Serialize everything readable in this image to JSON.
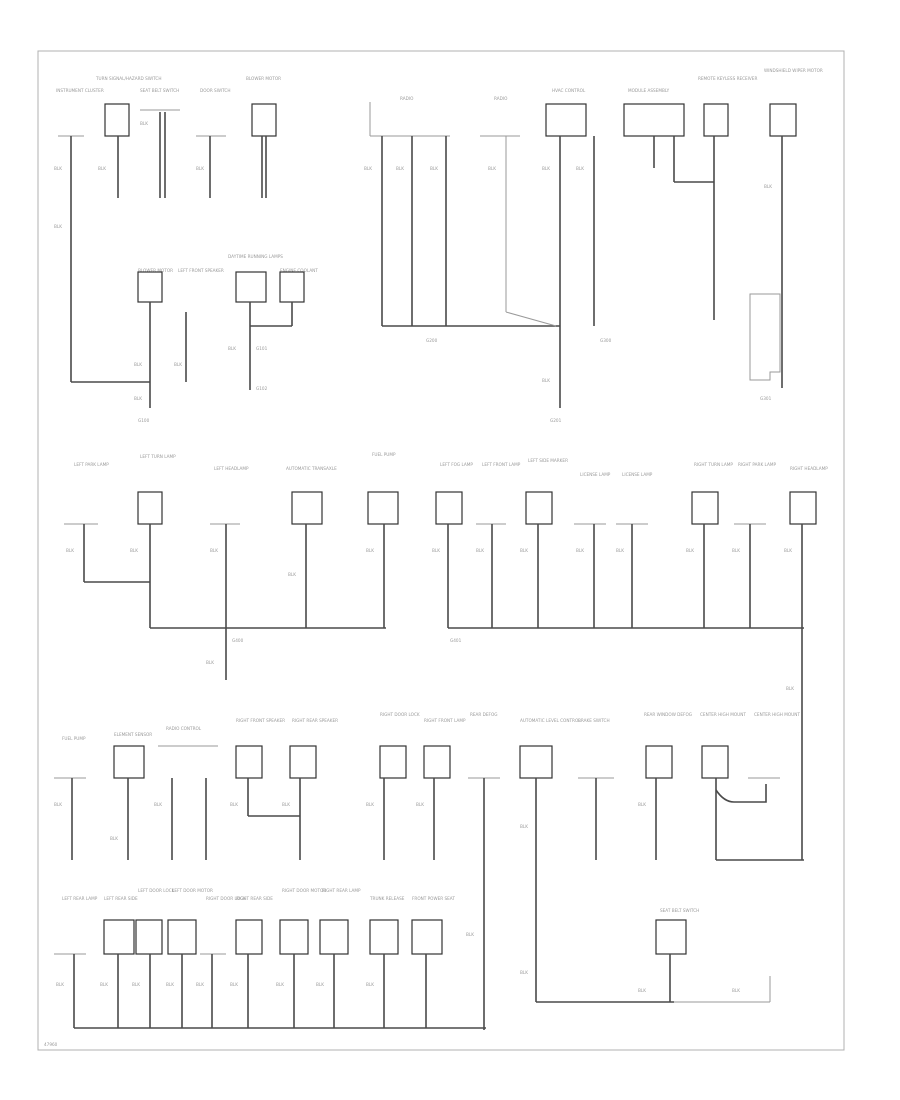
{
  "diagram": {
    "footer_code": "47960",
    "colors": {
      "wire": "#4a4a4a",
      "box": "#333333",
      "text": "#9a9a9a",
      "frame": "#b0b0b0"
    },
    "labels": {
      "row1": [
        "INSTRUMENT CLUSTER",
        "TURN SIGNAL/HAZARD SWITCH",
        "SEAT BELT SWITCH",
        "DOOR SWITCH",
        "BLOWER MOTOR",
        "RADIO",
        "RADIO",
        "HVAC CONTROL",
        "MODULE ASSEMBLY",
        "REMOTE KEYLESS RECEIVER",
        "WINDSHIELD WIPER MOTOR"
      ],
      "row1b": [
        "BLOWER MOTOR",
        "LEFT FRONT SPEAKER",
        "DAYTIME RUNNING LAMPS",
        "ENGINE COOLANT"
      ],
      "row2": [
        "LEFT PARK LAMP",
        "LEFT TURN LAMP",
        "LEFT HEADLAMP",
        "AUTOMATIC TRANSAXLE",
        "FUEL PUMP",
        "LEFT FOG LAMP",
        "LEFT FRONT LAMP",
        "LEFT SIDE MARKER",
        "LICENSE LAMP",
        "LICENSE LAMP",
        "RIGHT TURN LAMP",
        "RIGHT PARK LAMP",
        "RIGHT HEADLAMP"
      ],
      "row3": [
        "FUEL PUMP",
        "ELEMENT SENSOR",
        "RADIO CONTROL",
        "RIGHT FRONT SPEAKER",
        "RIGHT REAR SPEAKER",
        "RIGHT DOOR LOCK",
        "RIGHT FRONT LAMP",
        "REAR DEFOG",
        "AUTOMATIC LEVEL CONTROL",
        "BRAKE SWITCH",
        "REAR WINDOW DEFOG",
        "CENTER HIGH MOUNT",
        "CENTER HIGH MOUNT"
      ],
      "row4": [
        "LEFT REAR LAMP",
        "LEFT REAR SIDE",
        "LEFT DOOR LOCK",
        "LEFT DOOR MOTOR",
        "RIGHT DOOR LOCK",
        "RIGHT REAR SIDE",
        "RIGHT DOOR MOTOR",
        "RIGHT REAR LAMP",
        "TRUNK RELEASE",
        "FRONT POWER SEAT",
        "SEAT BELT SWITCH"
      ],
      "ground_notes": [
        "G100",
        "G101",
        "G102",
        "G200",
        "G201",
        "G300",
        "G301",
        "G400",
        "G401"
      ],
      "wire_tag": "BLK"
    }
  }
}
